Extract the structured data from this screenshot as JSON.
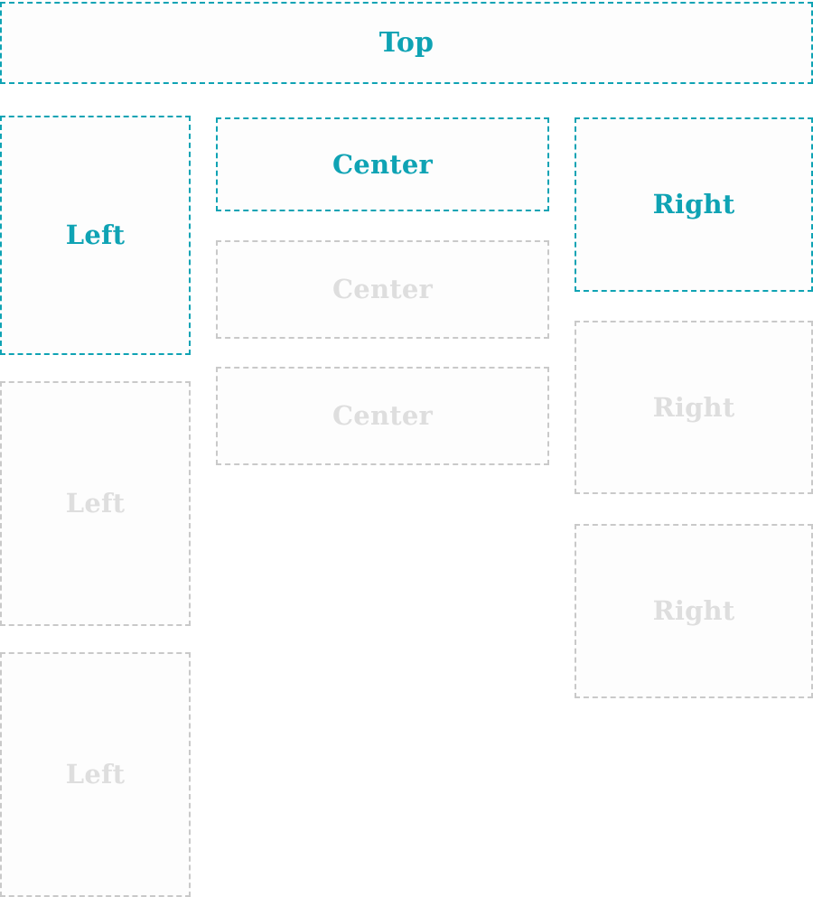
{
  "page": {
    "background": "#ffffff",
    "box_fill": "#fdfdfd",
    "accent_color": "#0fa3b4",
    "muted_border_color": "#c9c9c9",
    "muted_text_color": "#dedede"
  },
  "regions": {
    "top": {
      "label": "Top",
      "state": "active"
    },
    "left": [
      {
        "label": "Left",
        "state": "active"
      },
      {
        "label": "Left",
        "state": "muted"
      },
      {
        "label": "Left",
        "state": "muted"
      }
    ],
    "center": [
      {
        "label": "Center",
        "state": "active"
      },
      {
        "label": "Center",
        "state": "muted"
      },
      {
        "label": "Center",
        "state": "muted"
      }
    ],
    "right": [
      {
        "label": "Right",
        "state": "active"
      },
      {
        "label": "Right",
        "state": "muted"
      },
      {
        "label": "Right",
        "state": "muted"
      }
    ]
  }
}
